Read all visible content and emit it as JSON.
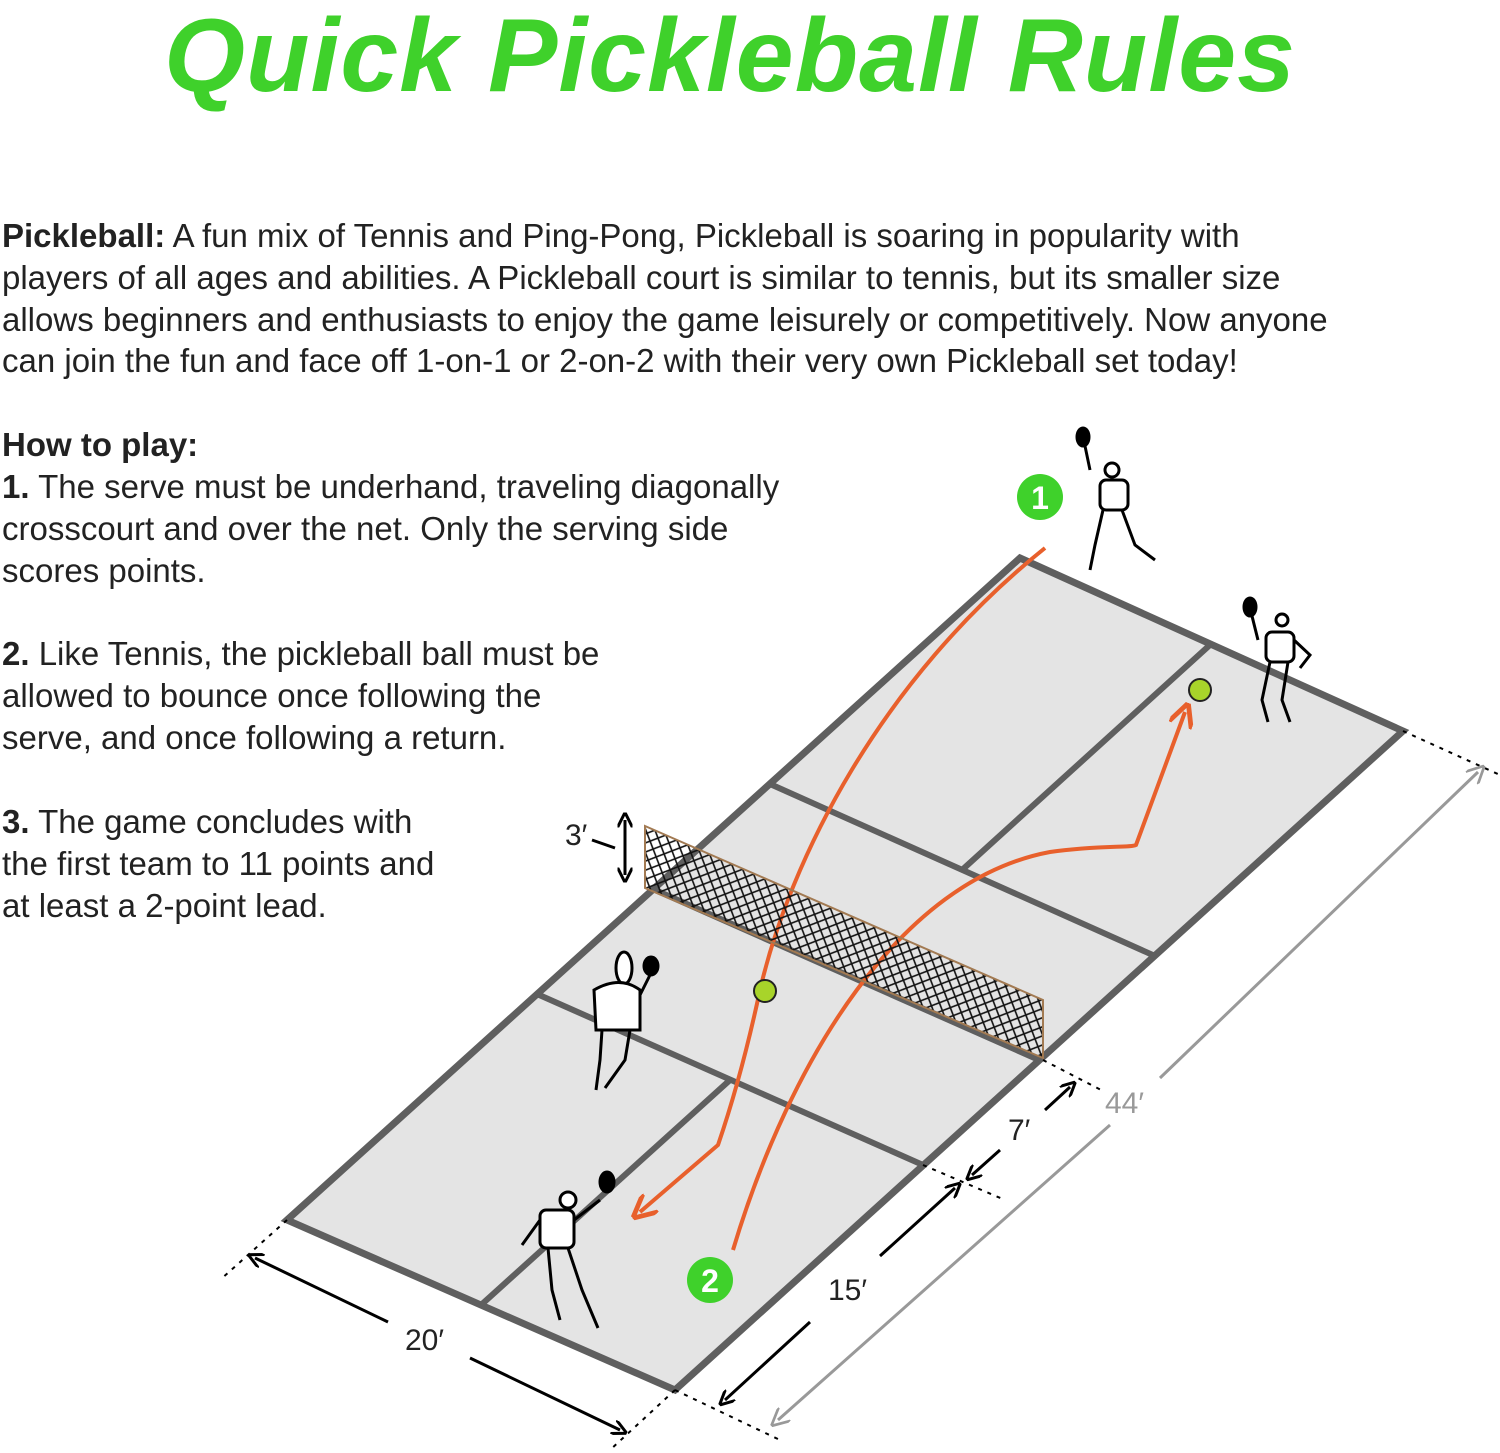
{
  "title": "Quick Pickleball Rules",
  "intro": {
    "label": "Pickleball:",
    "lines": [
      " A fun mix of Tennis and Ping-Pong, Pickleball is soaring in popularity with",
      "players of all ages and abilities. A Pickleball court is similar to tennis, but its smaller size",
      "allows beginners and enthusiasts to enjoy the game leisurely or competitively. Now anyone",
      "can join the fun and face off 1-on-1 or 2-on-2 with their very own Pickleball set today!"
    ]
  },
  "how_to_play": {
    "heading": "How to play:",
    "rules": [
      {
        "num": "1.",
        "lines": [
          " The serve must be underhand, traveling diagonally",
          "crosscourt and over the net. Only the serving side",
          "scores points."
        ]
      },
      {
        "num": "2.",
        "lines": [
          " Like Tennis, the pickleball ball must be",
          "allowed to bounce once following the",
          "serve, and once following a return."
        ]
      },
      {
        "num": "3.",
        "lines": [
          " The game concludes with",
          "the first team to 11 points and",
          "at least a 2-point lead."
        ]
      }
    ]
  },
  "diagram": {
    "markers": [
      "1",
      "2"
    ],
    "dimensions": {
      "net_height": "3′",
      "length": "44′",
      "width": "20′",
      "baseline_zone": "15′",
      "kitchen": "7′"
    },
    "colors": {
      "title": "#3fd12b",
      "court": "#e4e4e4",
      "lines": "#5f5f5f",
      "trajectory": "#e8602c",
      "ball": "#a8d42a",
      "marker": "#3fd12b"
    }
  }
}
